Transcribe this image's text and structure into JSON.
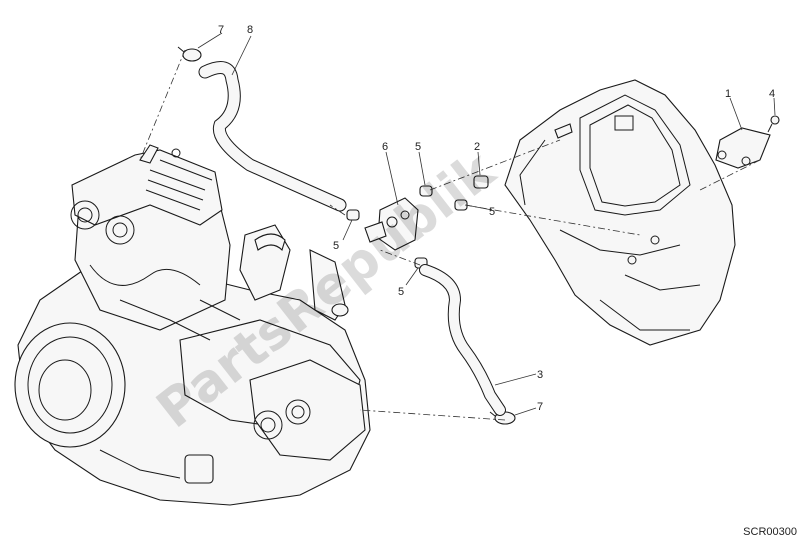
{
  "diagram": {
    "drawing_code": "SCR00300",
    "watermark": "PartsRepublik",
    "callouts": [
      {
        "id": "c1",
        "label": "1"
      },
      {
        "id": "c2",
        "label": "2"
      },
      {
        "id": "c3",
        "label": "3"
      },
      {
        "id": "c4",
        "label": "4"
      },
      {
        "id": "c5a",
        "label": "5"
      },
      {
        "id": "c5b",
        "label": "5"
      },
      {
        "id": "c5c",
        "label": "5"
      },
      {
        "id": "c5d",
        "label": "5"
      },
      {
        "id": "c6",
        "label": "6"
      },
      {
        "id": "c7a",
        "label": "7"
      },
      {
        "id": "c7b",
        "label": "7"
      },
      {
        "id": "c8",
        "label": "8"
      }
    ]
  }
}
